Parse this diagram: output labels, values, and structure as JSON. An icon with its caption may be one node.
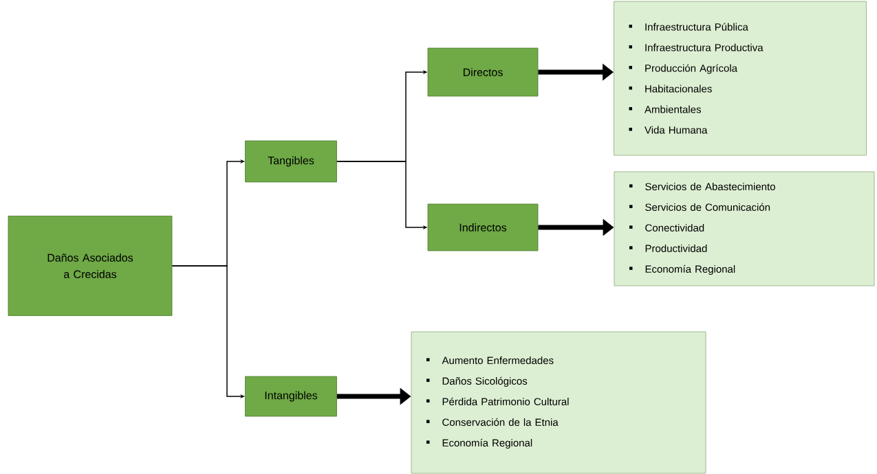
{
  "diagram": {
    "nodes": [
      {
        "text": [
          "Daños Asociados a Crecidas"
        ]
      },
      {
        "text": [
          "Tangibles"
        ]
      },
      {
        "text": [
          "Intangibles"
        ]
      },
      {
        "text": [
          "Directos"
        ]
      },
      {
        "text": [
          "Indirectos"
        ]
      },
      {
        "text": [
          "Infraestructura Pública",
          "Infraestructura Productiva",
          "Producción Agrícola",
          "Habitacionales",
          "Ambientales",
          "Vida Humana"
        ]
      },
      {
        "text": [
          "Servicios de Abastecimiento",
          "Servicios de Comunicación",
          "Conectividad",
          "Productividad",
          "Economía Regional"
        ]
      },
      {
        "text": [
          "Aumento Enfermedades",
          "Daños Sicológicos",
          "Pérdida Patrimonio Cultural",
          "Conservación de la Etnia",
          "Economía Regional"
        ]
      }
    ],
    "edges": [
      {
        "from": 0,
        "to": 1,
        "arrow": "to"
      },
      {
        "from": 0,
        "to": 2,
        "arrow": "to"
      },
      {
        "from": 1,
        "to": 3,
        "arrow": "to"
      },
      {
        "from": 1,
        "to": 4,
        "arrow": "to"
      },
      {
        "from": 3,
        "to": 5,
        "arrow": "to",
        "style": "thick"
      },
      {
        "from": 4,
        "to": 6,
        "arrow": "to",
        "style": "thick"
      },
      {
        "from": 2,
        "to": 7,
        "arrow": "to",
        "style": "thick"
      }
    ]
  }
}
